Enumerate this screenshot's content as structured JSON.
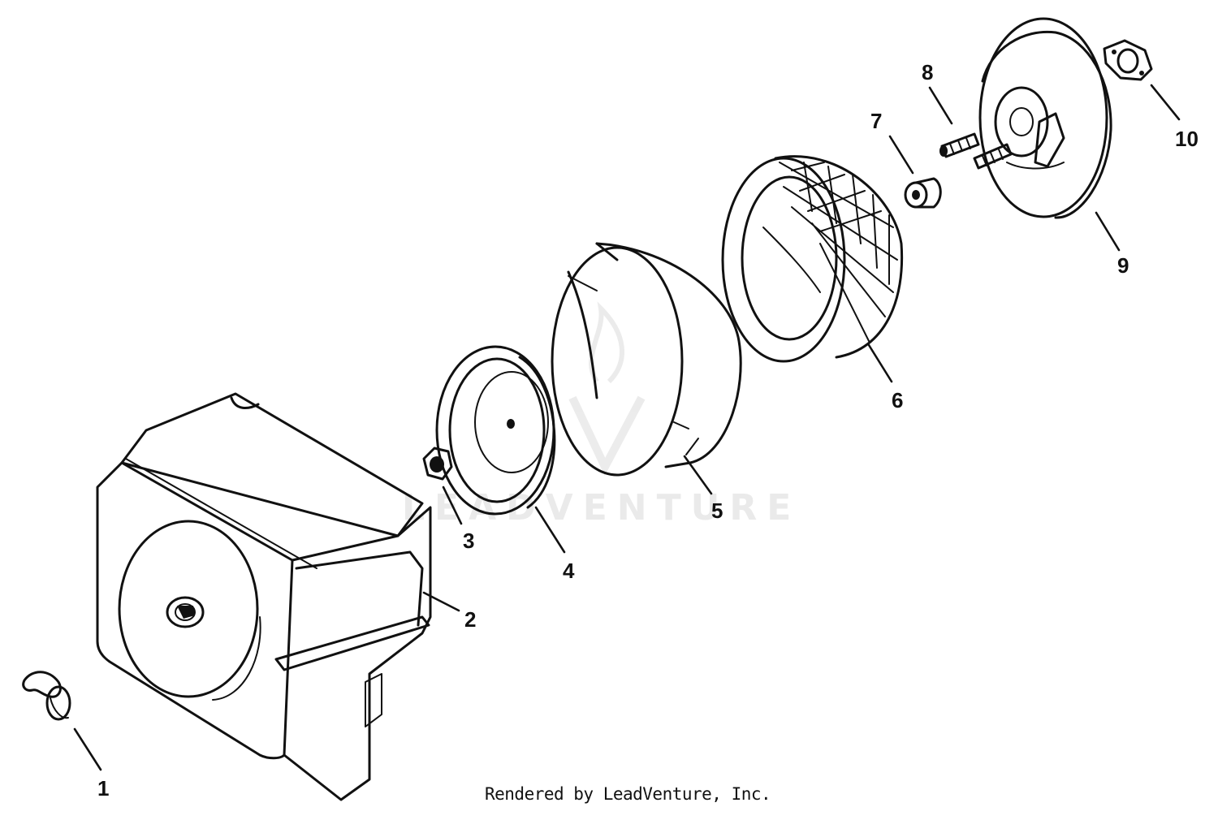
{
  "callouts": {
    "1": "1",
    "2": "2",
    "3": "3",
    "4": "4",
    "5": "5",
    "6": "6",
    "7": "7",
    "8": "8",
    "9": "9",
    "10": "10"
  },
  "watermark": "LEADVENTURE",
  "credit": "Rendered by LeadVenture, Inc.",
  "colors": {
    "ink": "#111111",
    "background": "#ffffff",
    "watermark": "#d9d9d9"
  }
}
